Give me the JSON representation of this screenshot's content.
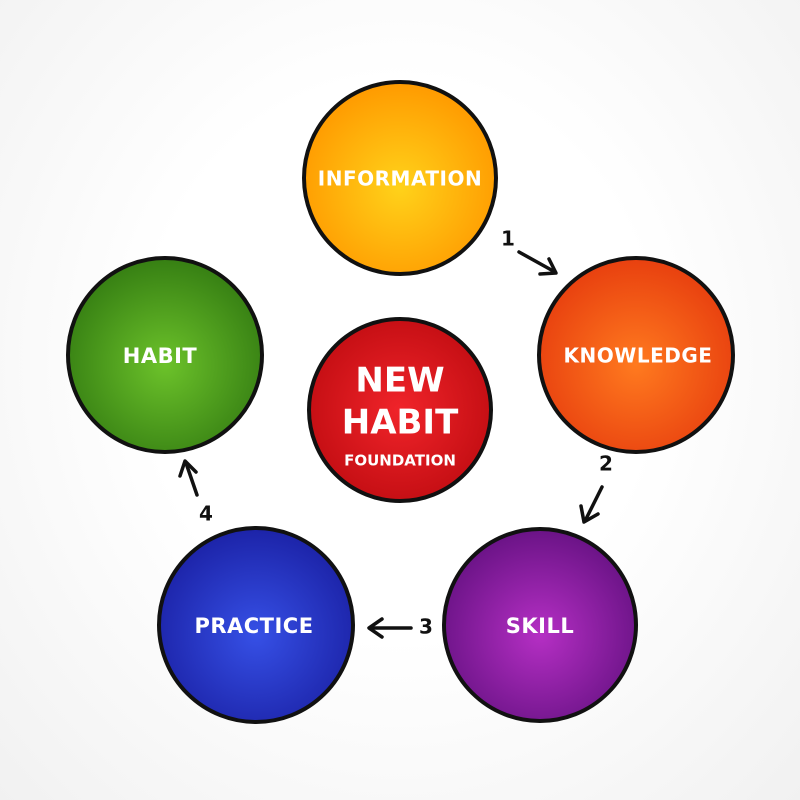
{
  "center": {
    "line1": "NEW",
    "line2": "HABIT",
    "line3": "FOUNDATION",
    "color": "#e0161c"
  },
  "nodes": [
    {
      "label": "INFORMATION",
      "color": "#ffb300"
    },
    {
      "label": "KNOWLEDGE",
      "color": "#f2611a"
    },
    {
      "label": "SKILL",
      "color": "#8d1fa0"
    },
    {
      "label": "PRACTICE",
      "color": "#2434c6"
    },
    {
      "label": "HABIT",
      "color": "#4b9e1b"
    }
  ],
  "steps": [
    "1",
    "2",
    "3",
    "4"
  ]
}
